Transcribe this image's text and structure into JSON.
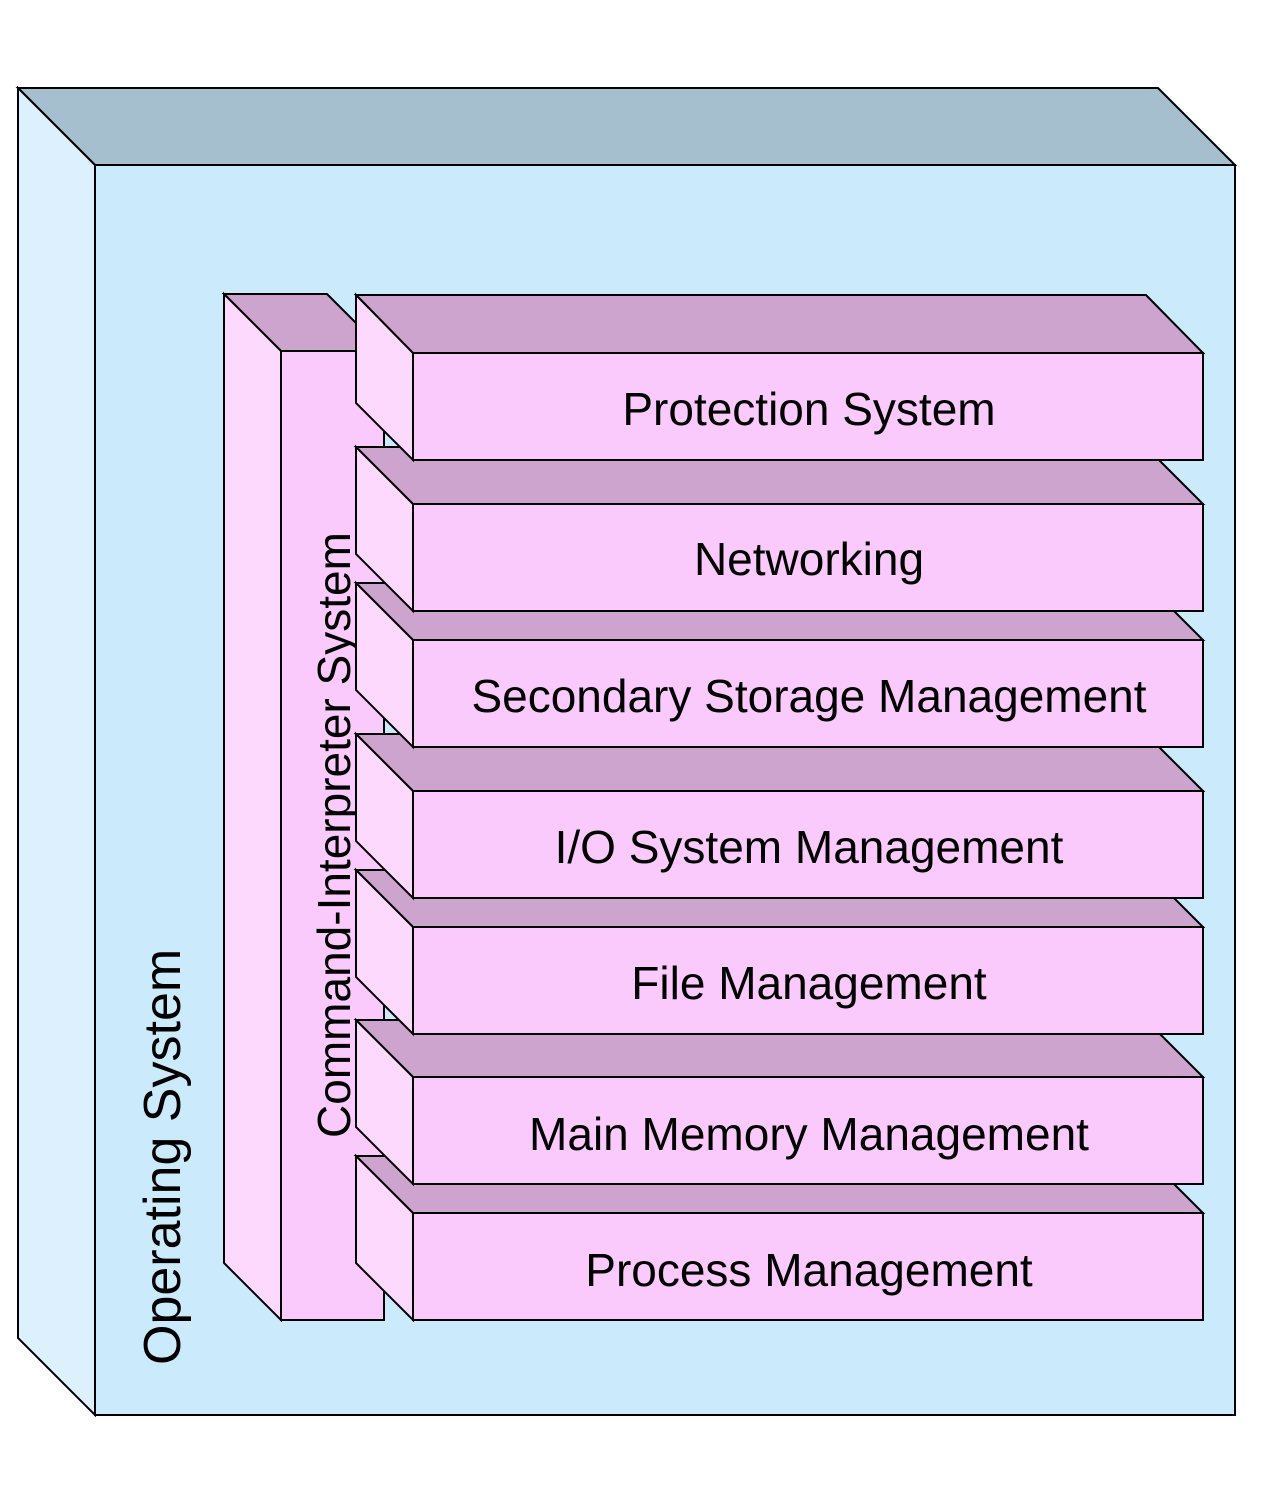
{
  "operating_system": {
    "label": "Operating System"
  },
  "command_interpreter": {
    "label": "Command-Interpreter System"
  },
  "layers": [
    {
      "id": "protection",
      "label": "Protection System"
    },
    {
      "id": "networking",
      "label": "Networking"
    },
    {
      "id": "secondary-storage",
      "label": "Secondary Storage Management"
    },
    {
      "id": "io-system",
      "label": "I/O System Management"
    },
    {
      "id": "file",
      "label": "File Management"
    },
    {
      "id": "main-memory",
      "label": "Main Memory Management"
    },
    {
      "id": "process",
      "label": "Process Management"
    }
  ],
  "colors": {
    "os_front": "#cbeafc",
    "os_top": "#a6bfcf",
    "os_side": "#dcf1fd",
    "layer_front": "#fbcafc",
    "layer_top": "#cda4ce",
    "layer_side": "#fdd9fd",
    "stroke": "#000000"
  }
}
